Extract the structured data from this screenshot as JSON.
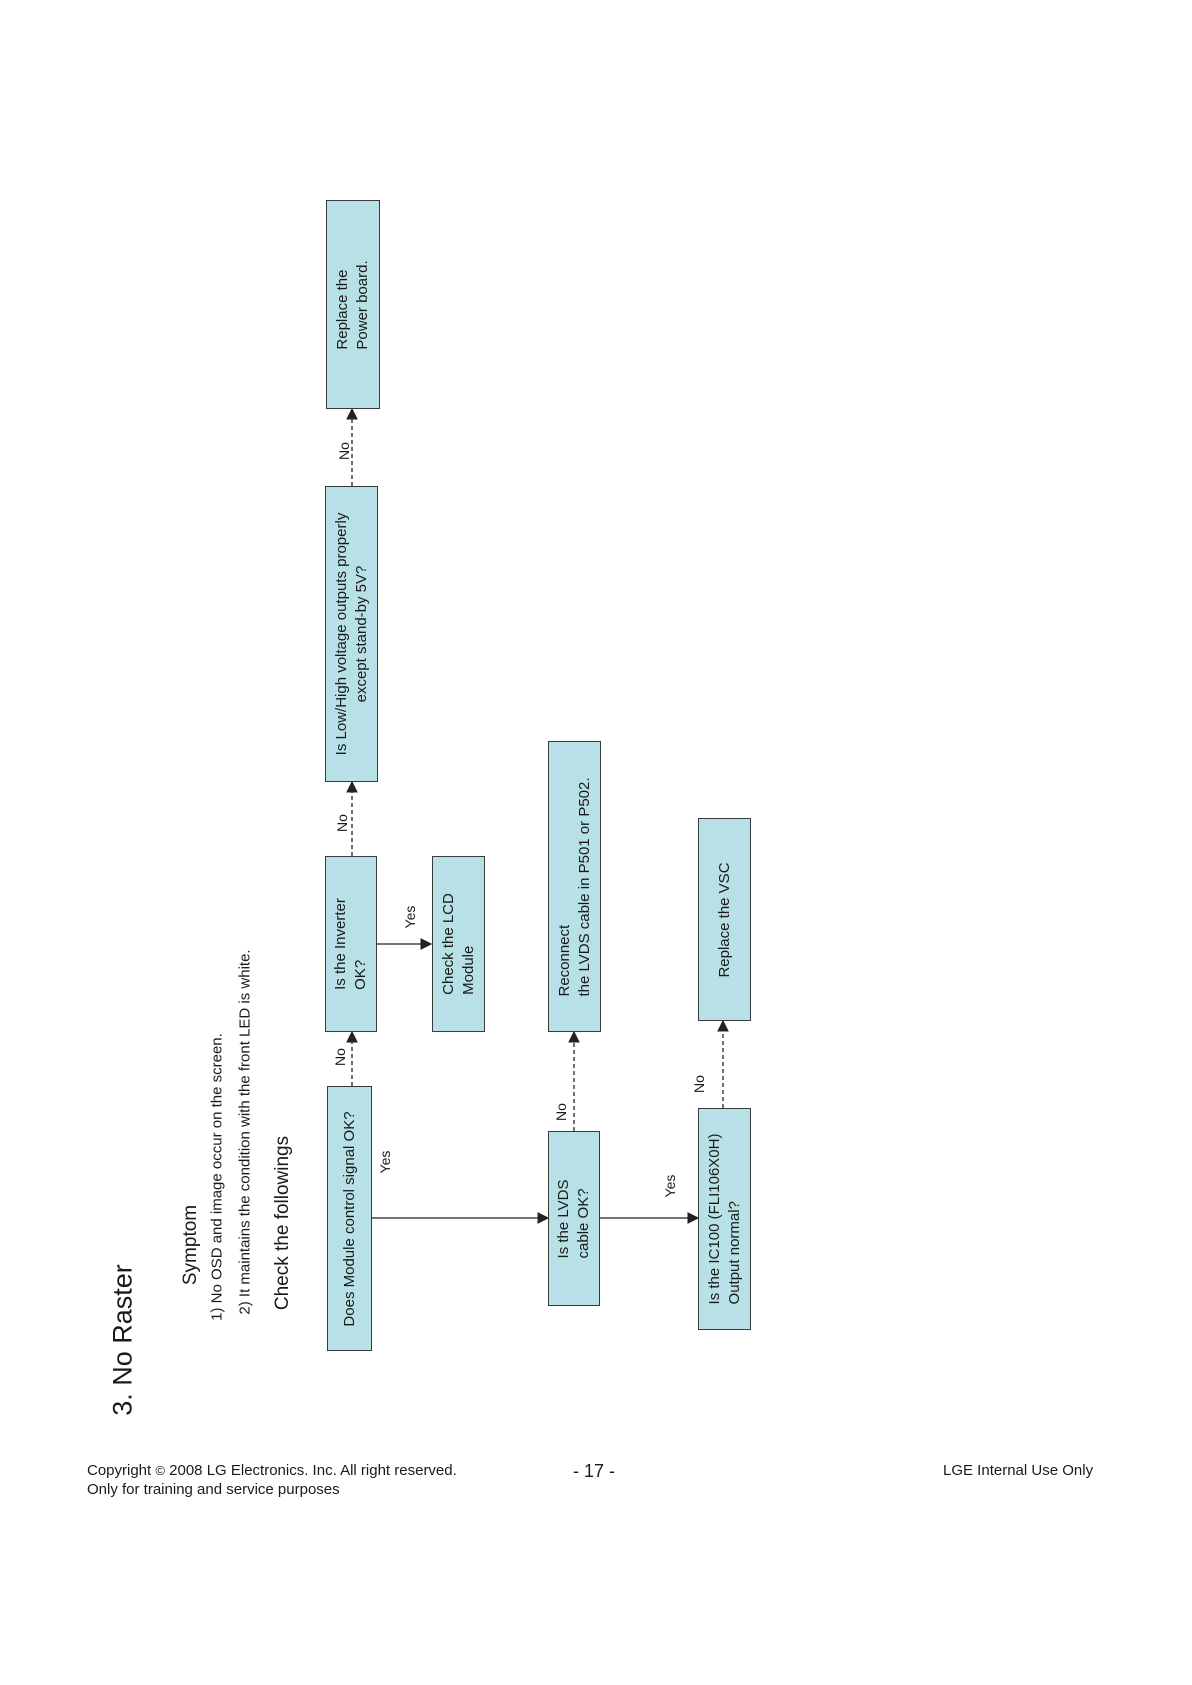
{
  "title": "3. No Raster",
  "symptom": {
    "heading": "Symptom",
    "lines": [
      "1) No OSD and image occur on the screen.",
      "2) It maintains the condition with the front LED is white."
    ]
  },
  "check_heading": "Check the followings",
  "nodes": {
    "module_signal": {
      "lines": [
        "Does Module control signal OK?"
      ]
    },
    "inverter": {
      "lines": [
        "Is the Inverter",
        "OK?"
      ]
    },
    "check_lcd": {
      "lines": [
        "Check the LCD",
        "Module"
      ]
    },
    "voltage": {
      "lines": [
        "Is Low/High voltage outputs properly",
        "except stand-by 5V?"
      ]
    },
    "replace_power": {
      "lines": [
        "Replace the",
        "Power board."
      ]
    },
    "lvds": {
      "lines": [
        "Is the LVDS",
        "cable OK?"
      ]
    },
    "reconnect": {
      "lines": [
        "Reconnect",
        "the LVDS cable in P501 or P502."
      ]
    },
    "ic100": {
      "lines": [
        "Is the IC100 (FLI106X0H)",
        "Output normal?"
      ]
    },
    "replace_vsc": {
      "lines": [
        "Replace the VSC"
      ]
    }
  },
  "edge_labels": {
    "module_to_inverter": "No",
    "module_to_lvds": "Yes",
    "inverter_to_lcd": "Yes",
    "inverter_to_voltage": "No",
    "voltage_to_power": "No",
    "lvds_to_reconnect": "No",
    "lvds_to_ic100": "Yes",
    "ic100_to_vsc": "No"
  },
  "footer": {
    "copyright": "Copyright",
    "copyright_symbol": "©",
    "year": "2008",
    "company": "LG Electronics. Inc. All right reserved.",
    "purpose": "Only for training and service purposes",
    "page": "- 17 -",
    "internal": "LGE Internal Use Only"
  }
}
